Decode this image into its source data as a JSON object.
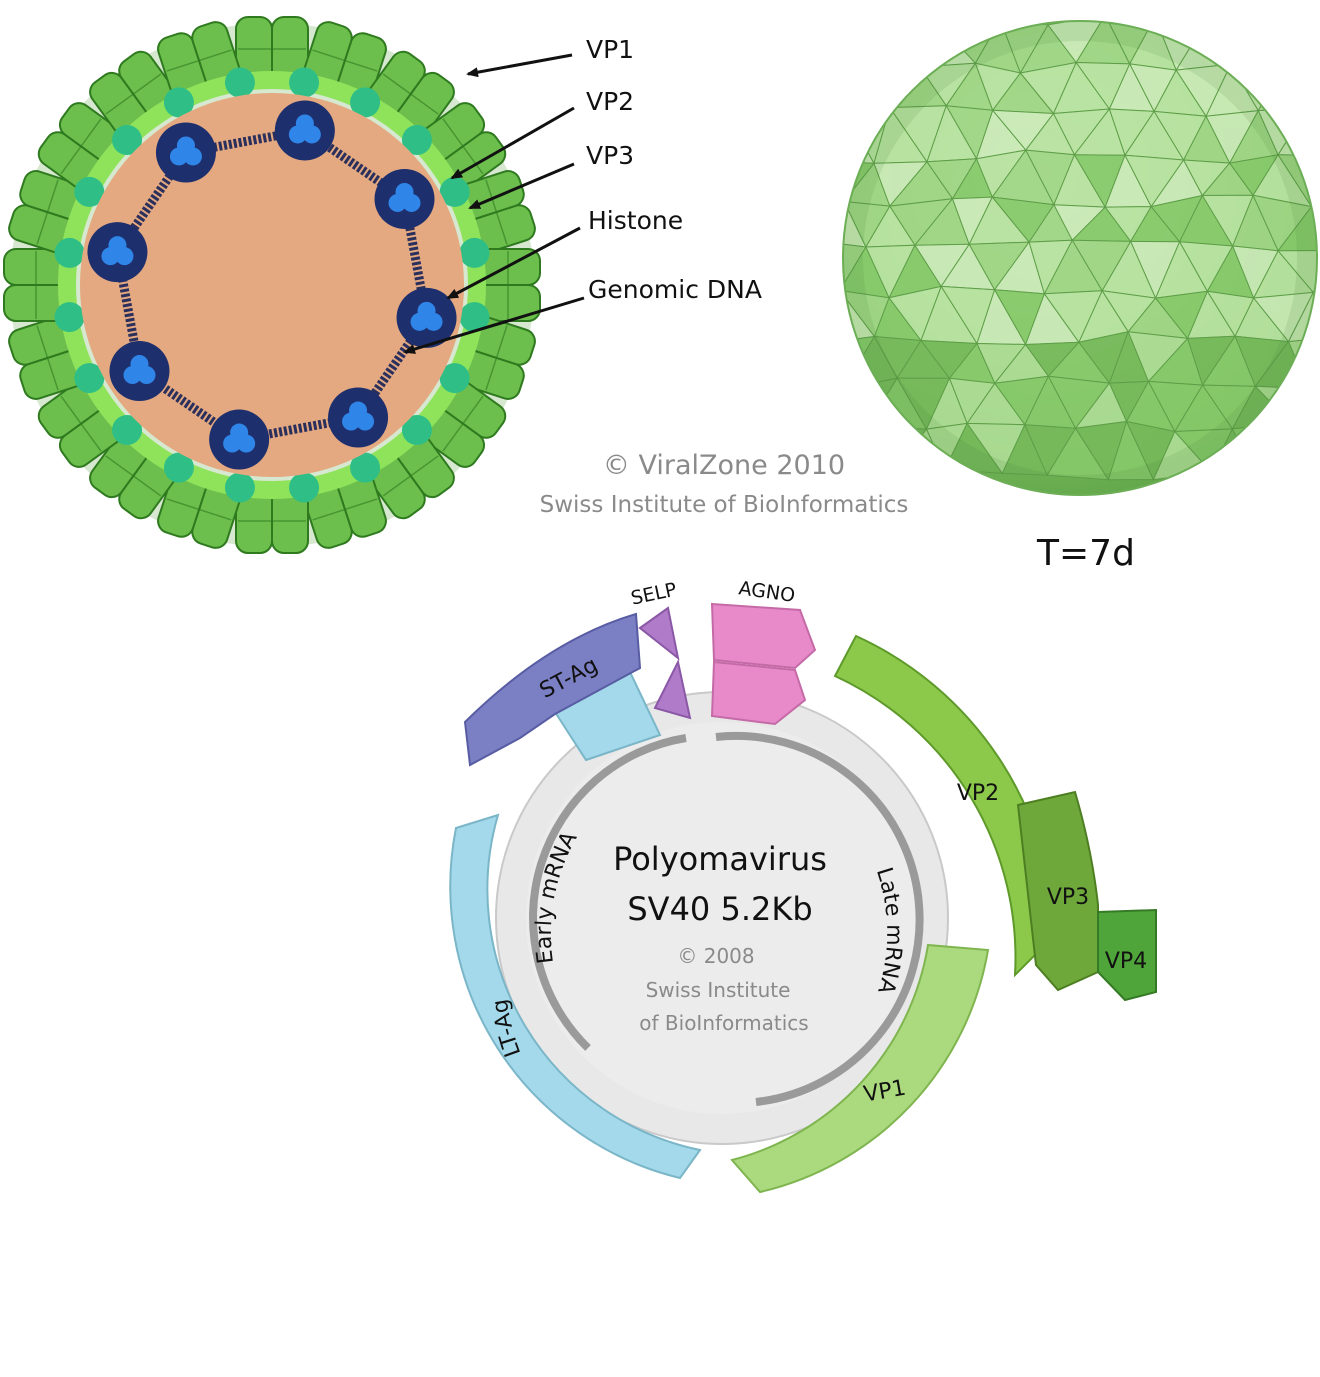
{
  "virion": {
    "labels": {
      "vp1": "VP1",
      "vp2": "VP2",
      "vp3": "VP3",
      "histone": "Histone",
      "genomic_dna": "Genomic DNA"
    },
    "credit_line1": "© ViralZone 2010",
    "credit_line2": "Swiss Institute of BioInformatics"
  },
  "capsid": {
    "label": "T=7d"
  },
  "genome": {
    "title_line1": "Polyomavirus",
    "title_line2": "SV40 5.2Kb",
    "credit_line1": "© 2008",
    "credit_line2": "Swiss Institute",
    "credit_line3": "of BioInformatics",
    "early_mrna": "Early mRNA",
    "late_mrna": "Late mRNA",
    "genes": {
      "selp": "SELP",
      "agno": "AGNO",
      "st_ag": "ST-Ag",
      "lt_ag": "LT-Ag",
      "vp1": "VP1",
      "vp2": "VP2",
      "vp3": "VP3",
      "vp4": "VP4"
    }
  },
  "colors": {
    "capsomer": "#6cbf4d",
    "capsomer_edge": "#2f7a1f",
    "inner_ring": "#8fe35a",
    "vp2_node": "#2fbf86",
    "core": "#e4a980",
    "histone": "#1e2f6e",
    "histone_center": "#2f86e8",
    "sphere": "#8ed27a",
    "early_region": "#a3d9ea",
    "st_ag": "#7b7fc4",
    "selp": "#b07cc9",
    "agno": "#e889c9",
    "late_region": "#abd97e",
    "vp2": "#8cc84a",
    "vp3": "#6ea83a",
    "vp4": "#4fa43a",
    "ring": "#e6e6e6"
  }
}
